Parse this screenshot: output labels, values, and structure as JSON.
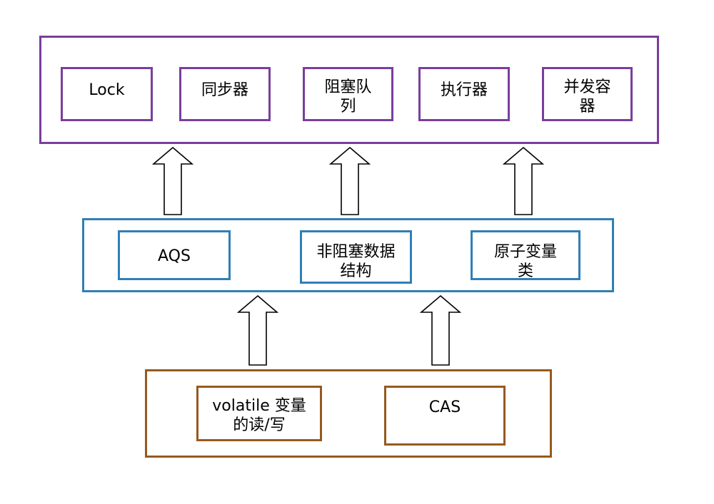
{
  "layers": {
    "top": {
      "boxes": [
        {
          "label": "Lock"
        },
        {
          "label": "同步器"
        },
        {
          "label": "阻塞队列"
        },
        {
          "label": "执行器"
        },
        {
          "label": "并发容器"
        }
      ]
    },
    "middle": {
      "boxes": [
        {
          "label": "AQS"
        },
        {
          "label": "非阻塞数据结构"
        },
        {
          "label": "原子变量类"
        }
      ]
    },
    "bottom": {
      "boxes": [
        {
          "label": "volatile 变量的读/写"
        },
        {
          "label": "CAS"
        }
      ]
    }
  },
  "colors": {
    "top_border": "#7a3e9d",
    "middle_border": "#2f7fb6",
    "bottom_border": "#955a1f"
  },
  "arrows": [
    {
      "from": "middle",
      "to": "top"
    },
    {
      "from": "middle",
      "to": "top"
    },
    {
      "from": "middle",
      "to": "top"
    },
    {
      "from": "bottom",
      "to": "middle"
    },
    {
      "from": "bottom",
      "to": "middle"
    }
  ]
}
